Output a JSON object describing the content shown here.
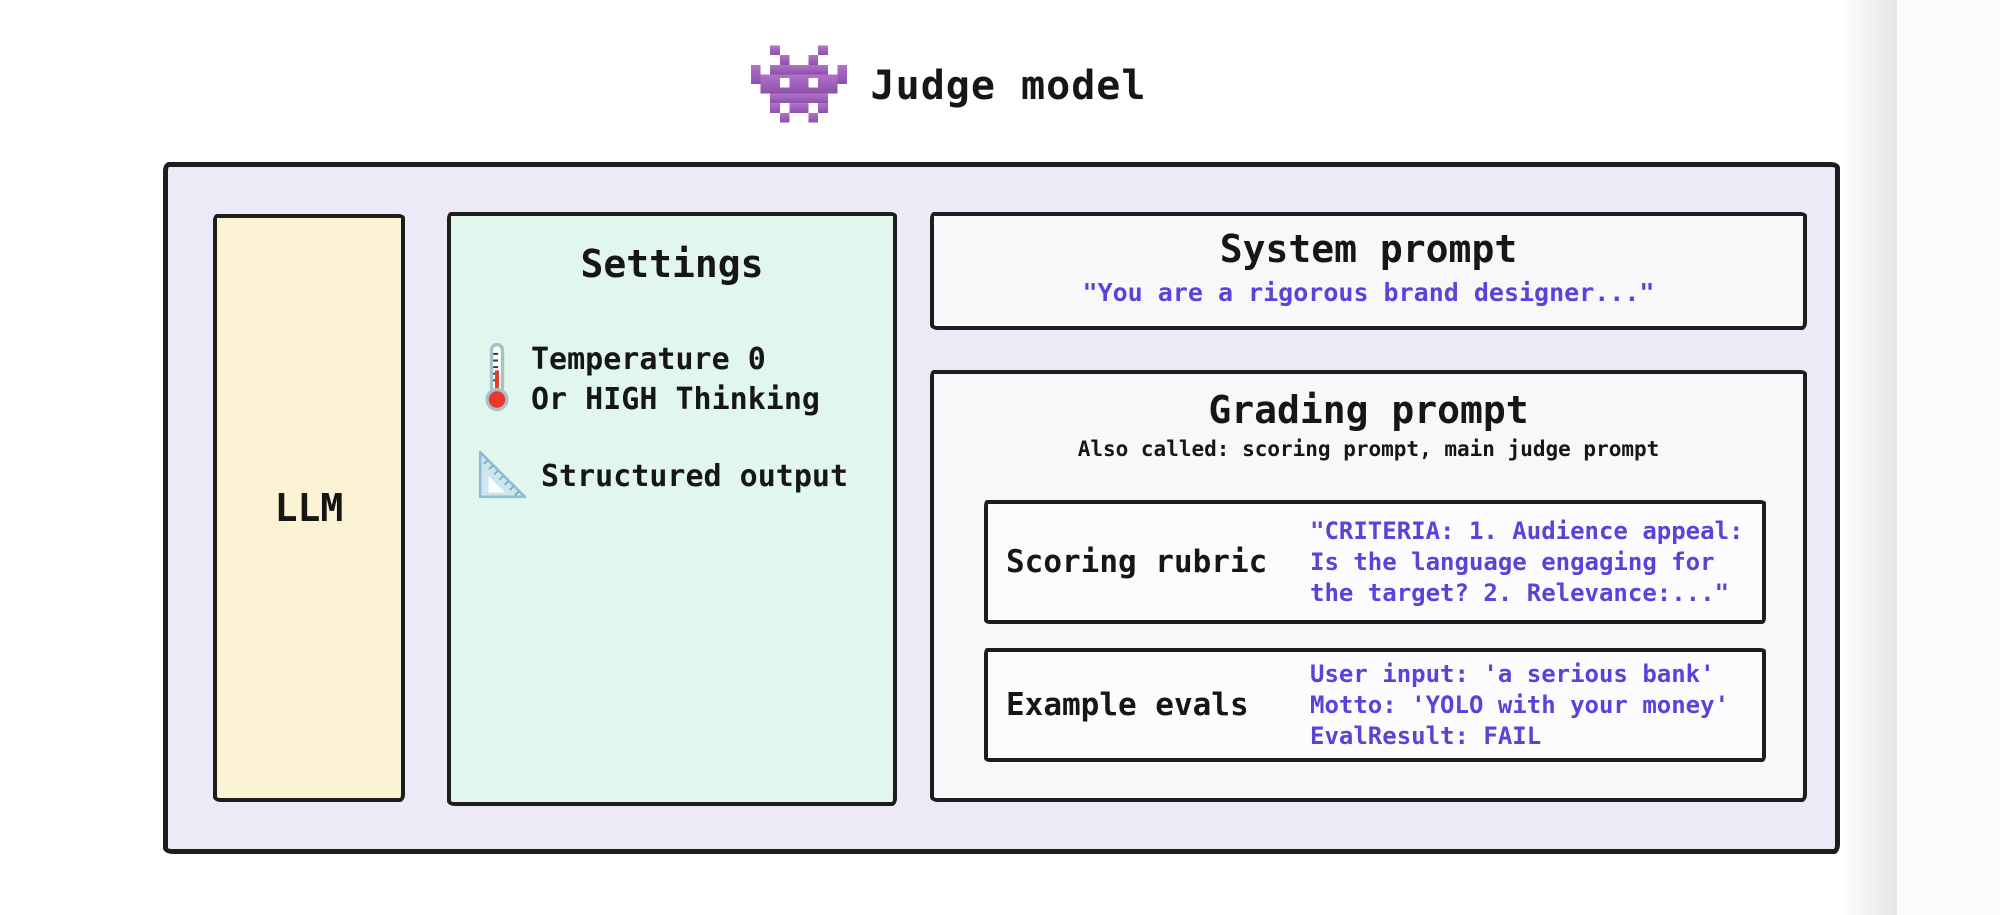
{
  "page": {
    "title": "Judge model",
    "title_icon": "alien-invader-icon"
  },
  "colors": {
    "outer_bg": "#edeaf8",
    "llm_bg": "#fbf3d3",
    "settings_bg": "#e1f6ec",
    "prompt_bg": "#f8f8fb",
    "accent_text": "#5b42d9",
    "border": "#1d1d1d",
    "invader_purple": "#9d5bb5"
  },
  "llm": {
    "label": "LLM"
  },
  "settings": {
    "title": "Settings",
    "items": [
      {
        "icon": "thermometer-icon",
        "lines": [
          "Temperature 0",
          "Or HIGH Thinking"
        ]
      },
      {
        "icon": "triangle-ruler-icon",
        "lines": [
          "Structured output"
        ]
      }
    ]
  },
  "system_prompt": {
    "title": "System prompt",
    "quote": "\"You are a rigorous brand designer...\""
  },
  "grading_prompt": {
    "title": "Grading prompt",
    "subtitle": "Also called: scoring prompt, main judge prompt",
    "sections": [
      {
        "label": "Scoring rubric",
        "lines": [
          "\"CRITERIA: 1. Audience appeal:",
          "Is the language engaging for",
          "the target? 2. Relevance:...\""
        ]
      },
      {
        "label": "Example evals",
        "lines": [
          "User input: 'a serious bank'",
          "Motto: 'YOLO with your money'",
          "EvalResult: FAIL"
        ]
      }
    ]
  }
}
